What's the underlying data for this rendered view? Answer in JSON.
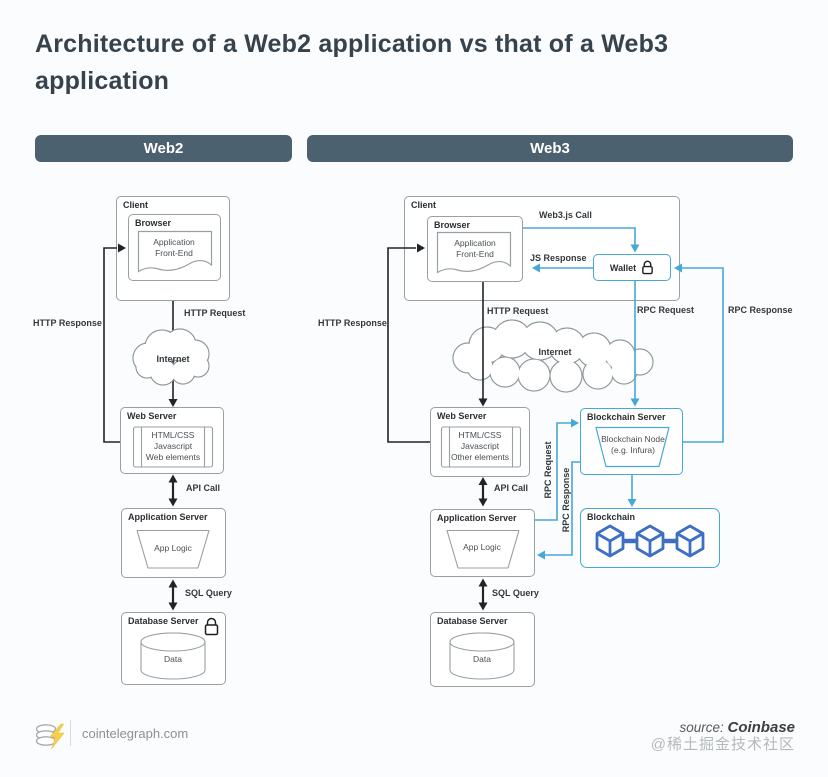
{
  "title": "Architecture of a Web2 application vs that of a Web3 application",
  "headers": {
    "web2": "Web2",
    "web3": "Web3"
  },
  "web2": {
    "client": "Client",
    "browser": "Browser",
    "frontend_lines": [
      "Application",
      "Front-End"
    ],
    "internet": "Internet",
    "labels": {
      "http_response": "HTTP Response",
      "http_request": "HTTP Request",
      "api_call": "API Call",
      "sql_query": "SQL Query"
    },
    "web_server": {
      "title": "Web Server",
      "lines": [
        "HTML/CSS",
        "Javascript",
        "Web elements"
      ]
    },
    "app_server": {
      "title": "Application Server",
      "content": "App Logic"
    },
    "db_server": {
      "title": "Database Server",
      "content": "Data"
    }
  },
  "web3": {
    "client": "Client",
    "browser": "Browser",
    "frontend_lines": [
      "Application",
      "Front-End"
    ],
    "wallet": "Wallet",
    "internet": "Internet",
    "labels": {
      "web3js_call": "Web3.js Call",
      "js_response": "JS Response",
      "http_response": "HTTP Response",
      "http_request": "HTTP Request",
      "rpc_request": "RPC Request",
      "rpc_response": "RPC Response",
      "api_call": "API Call",
      "sql_query": "SQL Query",
      "rpc_request_side": "RPC Request",
      "rpc_response_side": "RPC Response"
    },
    "web_server": {
      "title": "Web Server",
      "lines": [
        "HTML/CSS",
        "Javascript",
        "Other elements"
      ]
    },
    "app_server": {
      "title": "Application Server",
      "content": "App Logic"
    },
    "db_server": {
      "title": "Database Server",
      "content": "Data"
    },
    "blockchain_server": {
      "title": "Blockchain Server",
      "lines": [
        "Blockchain Node",
        "(e.g. Infura)"
      ]
    },
    "blockchain": {
      "title": "Blockchain"
    }
  },
  "footer": {
    "site": "cointelegraph.com",
    "source_label": "source:",
    "source_name": "Coinbase",
    "watermark": "@稀土掘金技术社区"
  }
}
